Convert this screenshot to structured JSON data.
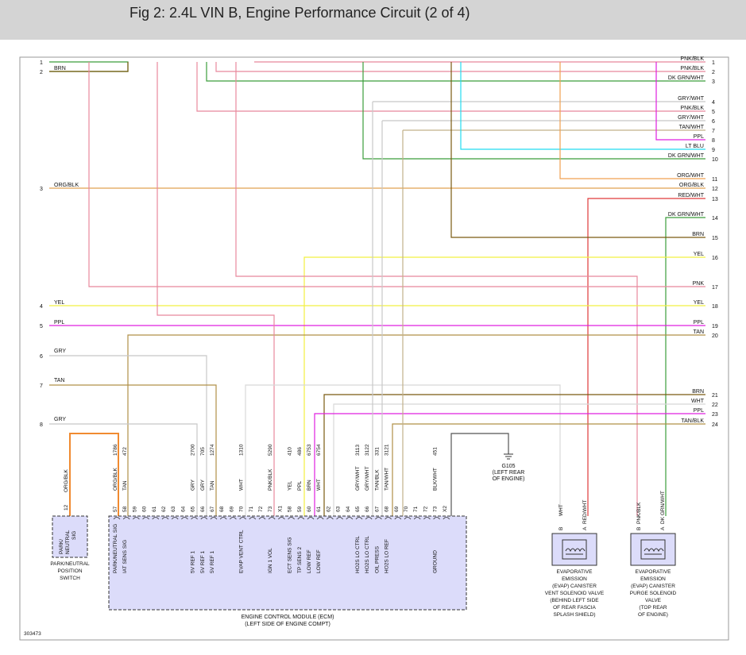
{
  "title": "Fig 2: 2.4L VIN B, Engine Performance Circuit (2 of 4)",
  "figure_number": "303473",
  "left_connector": [
    {
      "pin": "1",
      "label": ""
    },
    {
      "pin": "2",
      "label": "BRN"
    },
    {
      "pin": "3",
      "label": "ORG/BLK"
    },
    {
      "pin": "4",
      "label": "YEL"
    },
    {
      "pin": "5",
      "label": "PPL"
    },
    {
      "pin": "6",
      "label": "GRY"
    },
    {
      "pin": "7",
      "label": "TAN"
    },
    {
      "pin": "8",
      "label": "GRY"
    }
  ],
  "right_connector": [
    {
      "pin": "1",
      "label": "PNK/BLK",
      "color": "#e8889c"
    },
    {
      "pin": "2",
      "label": "PNK/BLK",
      "color": "#e8889c"
    },
    {
      "pin": "3",
      "label": "DK GRN/WHT",
      "color": "#3b9e3b"
    },
    {
      "pin": "4",
      "label": "GRY/WHT",
      "color": "#c8c8c8"
    },
    {
      "pin": "5",
      "label": "PNK/BLK",
      "color": "#e8889c"
    },
    {
      "pin": "6",
      "label": "GRY/WHT",
      "color": "#c8c8c8"
    },
    {
      "pin": "7",
      "label": "TAN/WHT",
      "color": "#c2b08a"
    },
    {
      "pin": "8",
      "label": "PPL",
      "color": "#e020e0"
    },
    {
      "pin": "9",
      "label": "LT BLU",
      "color": "#22dcf0"
    },
    {
      "pin": "10",
      "label": "DK GRN/WHT",
      "color": "#3b9e3b"
    },
    {
      "pin": "11",
      "label": "ORG/WHT",
      "color": "#f0a050"
    },
    {
      "pin": "12",
      "label": "ORG/BLK",
      "color": "#e0a050"
    },
    {
      "pin": "13",
      "label": "RED/WHT",
      "color": "#e03a3a"
    },
    {
      "pin": "14",
      "label": "DK GRN/WHT",
      "color": "#3b9e3b"
    },
    {
      "pin": "15",
      "label": "BRN",
      "color": "#7a5a10"
    },
    {
      "pin": "16",
      "label": "YEL",
      "color": "#f2f040"
    },
    {
      "pin": "17",
      "label": "PNK",
      "color": "#e8889c"
    },
    {
      "pin": "18",
      "label": "YEL",
      "color": "#f2f040"
    },
    {
      "pin": "19",
      "label": "PPL",
      "color": "#e020e0"
    },
    {
      "pin": "20",
      "label": "TAN",
      "color": "#b09048"
    },
    {
      "pin": "21",
      "label": "BRN",
      "color": "#7a5a10"
    },
    {
      "pin": "22",
      "label": "WHT",
      "color": "#d8d8d8"
    },
    {
      "pin": "23",
      "label": "PPL",
      "color": "#e020e0"
    },
    {
      "pin": "24",
      "label": "TAN/BLK",
      "color": "#b09048"
    }
  ],
  "ecm": {
    "title": "ENGINE CONTROL MODULE (ECM)",
    "subtitle": "(LEFT SIDE OF ENGINE COMPT)",
    "pins": [
      {
        "pin": "57",
        "color": "ORG/BLK",
        "circuit": "1786",
        "func": "PARK/NEUTRAL SIG"
      },
      {
        "pin": "58",
        "color": "TAN",
        "circuit": "472",
        "func": "IAT SENS SIG"
      },
      {
        "pin": "59",
        "color": "",
        "circuit": "",
        "func": ""
      },
      {
        "pin": "60",
        "color": "",
        "circuit": "",
        "func": ""
      },
      {
        "pin": "61",
        "color": "",
        "circuit": "",
        "func": ""
      },
      {
        "pin": "62",
        "color": "",
        "circuit": "",
        "func": ""
      },
      {
        "pin": "63",
        "color": "",
        "circuit": "",
        "func": ""
      },
      {
        "pin": "64",
        "color": "",
        "circuit": "",
        "func": ""
      },
      {
        "pin": "65",
        "color": "GRY",
        "circuit": "2700",
        "func": "5V REF 1"
      },
      {
        "pin": "66",
        "color": "GRY",
        "circuit": "705",
        "func": "5V REF 1"
      },
      {
        "pin": "67",
        "color": "TAN",
        "circuit": "1274",
        "func": "5V REF 1"
      },
      {
        "pin": "68",
        "color": "",
        "circuit": "",
        "func": ""
      },
      {
        "pin": "69",
        "color": "",
        "circuit": "",
        "func": ""
      },
      {
        "pin": "70",
        "color": "WHT",
        "circuit": "1310",
        "func": "EVAP VENT CTRL"
      },
      {
        "pin": "71",
        "color": "",
        "circuit": "",
        "func": ""
      },
      {
        "pin": "72",
        "color": "",
        "circuit": "",
        "func": ""
      },
      {
        "pin": "73",
        "color": "PNK/BLK",
        "circuit": "5290",
        "func": "IGN 1 VOL"
      },
      {
        "pin": "X1",
        "color": "",
        "circuit": "",
        "func": ""
      },
      {
        "pin": "58",
        "color": "YEL",
        "circuit": "410",
        "func": "ECT SENS SIG"
      },
      {
        "pin": "59",
        "color": "PPL",
        "circuit": "486",
        "func": "TP SENS 2"
      },
      {
        "pin": "60",
        "color": "BRN",
        "circuit": "6753",
        "func": "LOW REF"
      },
      {
        "pin": "61",
        "color": "WHT",
        "circuit": "6754",
        "func": "LOW REF"
      },
      {
        "pin": "62",
        "color": "",
        "circuit": "",
        "func": ""
      },
      {
        "pin": "63",
        "color": "",
        "circuit": "",
        "func": ""
      },
      {
        "pin": "64",
        "color": "",
        "circuit": "",
        "func": ""
      },
      {
        "pin": "65",
        "color": "GRY/WHT",
        "circuit": "3113",
        "func": "HO2S LO CTRL"
      },
      {
        "pin": "66",
        "color": "GRY/WHT",
        "circuit": "3122",
        "func": "HO2S LO CTRL"
      },
      {
        "pin": "67",
        "color": "TAN/BLK",
        "circuit": "331",
        "func": "OIL PRESS"
      },
      {
        "pin": "68",
        "color": "TAN/WHT",
        "circuit": "3121",
        "func": "HO2S LO REF"
      },
      {
        "pin": "69",
        "color": "",
        "circuit": "",
        "func": ""
      },
      {
        "pin": "70",
        "color": "",
        "circuit": "",
        "func": ""
      },
      {
        "pin": "71",
        "color": "",
        "circuit": "",
        "func": ""
      },
      {
        "pin": "72",
        "color": "",
        "circuit": "",
        "func": ""
      },
      {
        "pin": "73",
        "color": "BLK/WHT",
        "circuit": "451",
        "func": "GROUND"
      },
      {
        "pin": "X2",
        "color": "",
        "circuit": "",
        "func": ""
      }
    ]
  },
  "ground": {
    "name": "G105",
    "location_1": "(LEFT REAR",
    "location_2": "OF ENGINE)"
  },
  "pnp_switch": {
    "box_label_1": "PARK/",
    "box_label_2": "NEUTRAL",
    "box_label_3": "SIG",
    "pin": "12",
    "wire": "ORG/BLK",
    "name_1": "PARK/NEUTRAL",
    "name_2": "POSITION",
    "name_3": "SWITCH"
  },
  "vent_valve": {
    "pin_b": "B",
    "wire_b": "WHT",
    "pin_a": "A",
    "wire_a": "RED/WHT",
    "lines": [
      "EVAPORATIVE",
      "EMISSION",
      "(EVAP) CANISTER",
      "VENT SOLENOID VALVE",
      "(BEHIND LEFT SIDE",
      "OF REAR FASCIA",
      "SPLASH SHIELD)"
    ]
  },
  "purge_valve": {
    "pin_b": "B",
    "wire_b": "PNK/BLK",
    "pin_a": "A",
    "wire_a": "DK GRN/WHT",
    "lines": [
      "EVAPORATIVE",
      "EMISSION",
      "(EVAP) CANISTER",
      "PURGE SOLENOID",
      "VALVE",
      "(TOP REAR",
      "OF ENGINE)"
    ]
  }
}
